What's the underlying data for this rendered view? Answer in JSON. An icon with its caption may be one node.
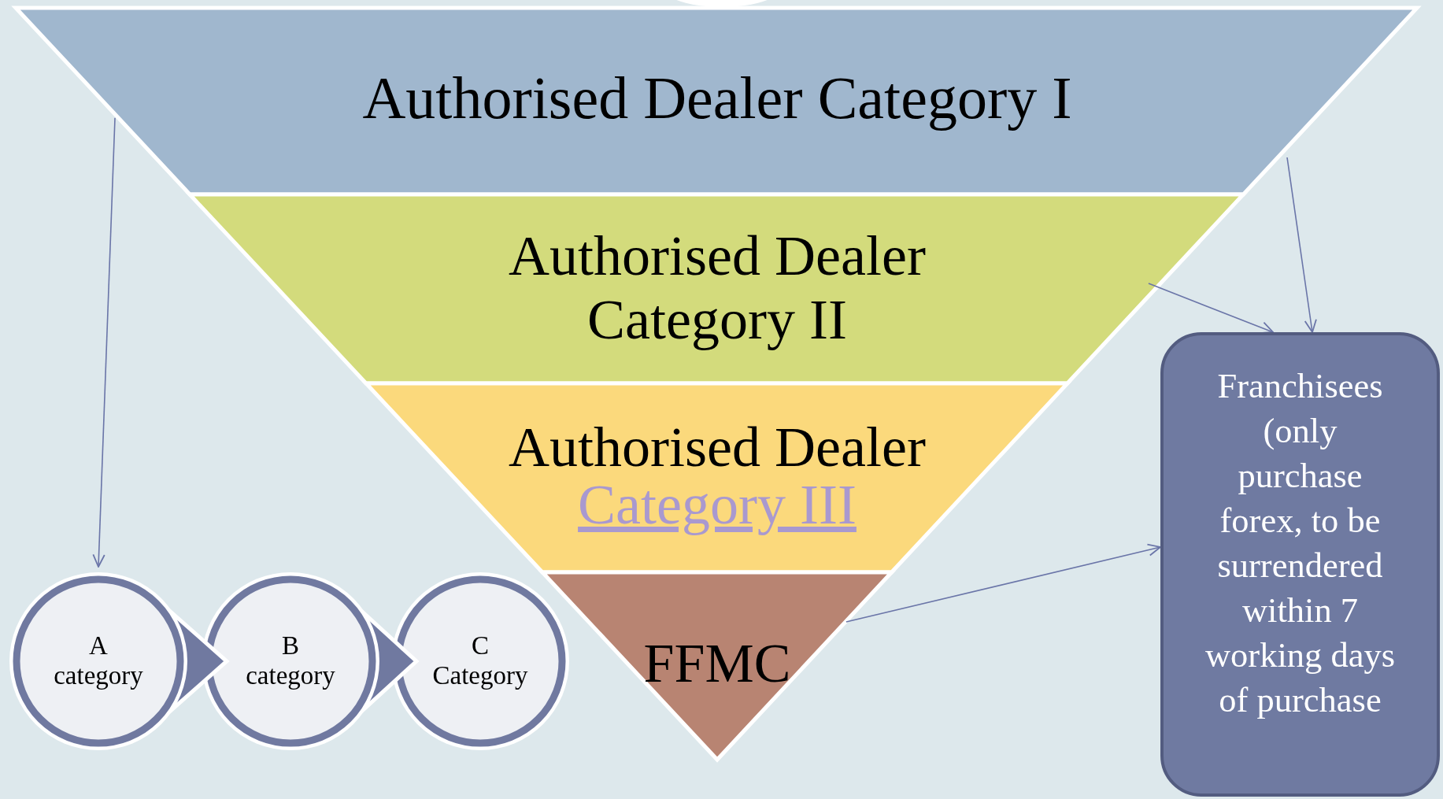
{
  "diagram": {
    "nodes": [
      {
        "text": [
          "Authorised Dealer Category I"
        ]
      },
      {
        "text": [
          "Authorised Dealer Category II"
        ]
      },
      {
        "text": [
          "Authorised Dealer",
          "Category III"
        ]
      },
      {
        "text": [
          "FFMC"
        ]
      },
      {
        "text": [
          "A category"
        ]
      },
      {
        "text": [
          "B category"
        ]
      },
      {
        "text": [
          "C Category"
        ]
      },
      {
        "text": [
          "Franchisees (only purchase forex, to be surrendered within 7 working days of purchase"
        ]
      }
    ],
    "edges": [
      {
        "from": 0,
        "to": 4,
        "arrow": "to"
      },
      {
        "from": 0,
        "to": 7,
        "arrow": "to"
      },
      {
        "from": 1,
        "to": 7,
        "arrow": "to"
      },
      {
        "from": 3,
        "to": 7,
        "arrow": "to"
      },
      {
        "from": 4,
        "to": 5,
        "arrow": "to"
      },
      {
        "from": 5,
        "to": 6,
        "arrow": "to"
      }
    ]
  }
}
